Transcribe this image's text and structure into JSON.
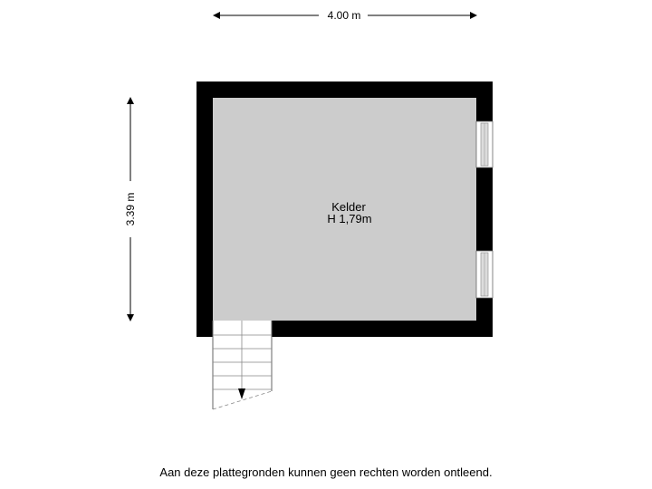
{
  "dimensions": {
    "width_label": "4.00 m",
    "height_label": "3.39 m"
  },
  "room": {
    "name": "Kelder",
    "height": "H 1,79m"
  },
  "colors": {
    "wall": "#000000",
    "floor": "#cccccc",
    "window_glass": "#dcdcdc",
    "stair_line": "#888888"
  },
  "footer": {
    "disclaimer": "Aan deze plattegronden kunnen geen rechten worden ontleend."
  }
}
